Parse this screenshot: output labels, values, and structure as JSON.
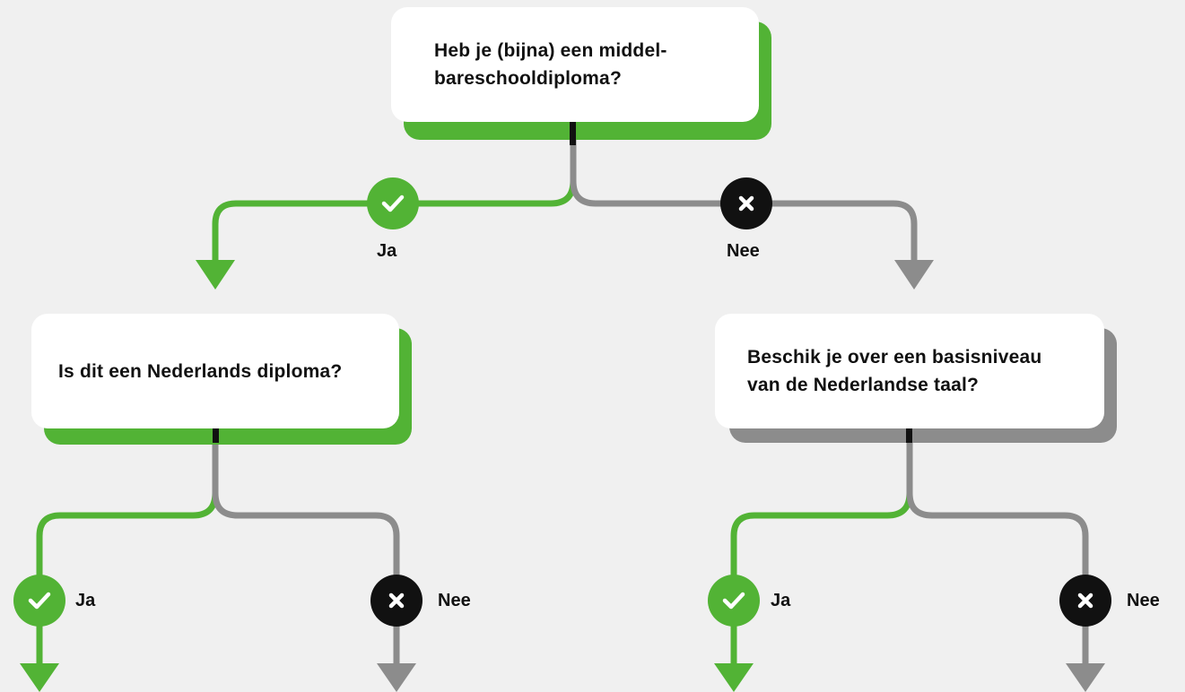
{
  "colors": {
    "green": "#52b335",
    "gray": "#8c8c8c",
    "black": "#111111",
    "card": "#ffffff",
    "background": "#f0f0f0"
  },
  "questions": {
    "q1": "Heb je (bijna) een middel-\nbareschooldiploma?",
    "q2": "Is dit een Nederlands diploma?",
    "q3": "Beschik je over een basisniveau\nvan de Nederlandse taal?"
  },
  "answers": {
    "yes": "Ja",
    "no": "Nee"
  },
  "icons": {
    "yes": "check-icon",
    "no": "cross-icon"
  }
}
